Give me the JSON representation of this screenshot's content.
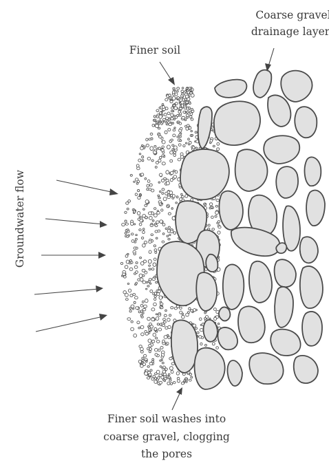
{
  "diagram": {
    "labels": {
      "coarse_gravel_line1": "Coarse gravel",
      "coarse_gravel_line2": "drainage layer",
      "finer_soil": "Finer soil",
      "groundwater_flow": "Groundwater flow",
      "caption_line1": "Finer soil washes into",
      "caption_line2": "coarse gravel, clogging",
      "caption_line3": "the pores"
    },
    "colors": {
      "gravel_fill": "#e1e1e1",
      "outline": "#4a4a4a",
      "text": "#3a3a3a"
    }
  }
}
